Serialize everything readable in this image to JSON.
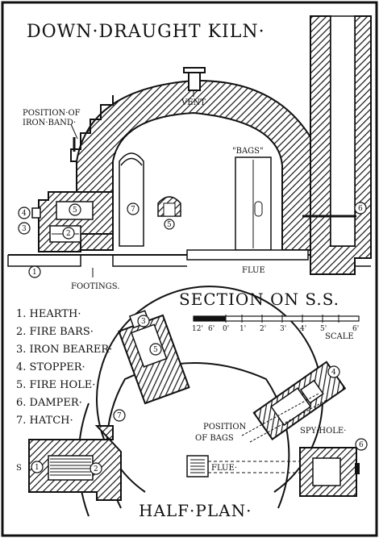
{
  "title": "DOWN·DRAUGHT KILN·",
  "labels": {
    "position_of": "POSITION·OF",
    "iron_band": "IRON·BAND·",
    "vent": "VENT·",
    "bags": "\"BAGS\"",
    "flue_section": "FLUE",
    "footings": "FOOTINGS.",
    "section_on": "SECTION ON S.S.",
    "scale": "SCALE",
    "position_of_bags_1": "POSITION",
    "position_of_bags_2": "OF BAGS",
    "spy_hole": "SPY·HOLE·",
    "flue_plan": "FLUE·",
    "half_plan": "HALF·PLAN·",
    "s_mark": "S"
  },
  "scale_ticks": [
    "12'",
    "6'",
    "0'",
    "1'",
    "2'",
    "3'",
    "4'",
    "5'",
    "6'"
  ],
  "key": [
    {
      "label": "1. HEARTH·"
    },
    {
      "label": "2. FIRE BARS·"
    },
    {
      "label": "3. IRON BEARER·"
    },
    {
      "label": "4. STOPPER·"
    },
    {
      "label": "5. FIRE HOLE·"
    },
    {
      "label": "6. DAMPER·"
    },
    {
      "label": "7. HATCH·"
    }
  ],
  "callouts": [
    "1",
    "2",
    "3",
    "4",
    "5",
    "6",
    "7"
  ]
}
